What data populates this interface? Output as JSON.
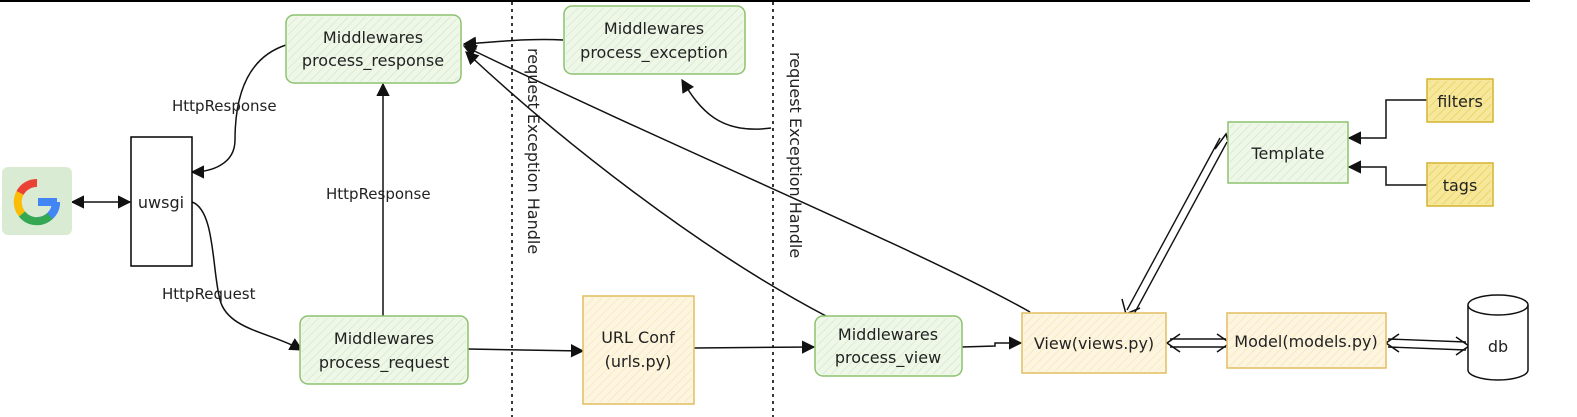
{
  "nodes": {
    "google": {
      "label": "G"
    },
    "uwsgi": {
      "label": "uwsgi"
    },
    "mw_response": {
      "line1": "Middlewares",
      "line2": "process_response"
    },
    "mw_exception": {
      "line1": "Middlewares",
      "line2": "process_exception"
    },
    "mw_request": {
      "line1": "Middlewares",
      "line2": "process_request"
    },
    "url_conf": {
      "line1": "URL Conf",
      "line2": "(urls.py)"
    },
    "mw_view": {
      "line1": "Middlewares",
      "line2": "process_view"
    },
    "view": {
      "label": "View(views.py)"
    },
    "model": {
      "label": "Model(models.py)"
    },
    "db": {
      "label": "db"
    },
    "template": {
      "label": "Template"
    },
    "filters": {
      "label": "filters"
    },
    "tags": {
      "label": "tags"
    }
  },
  "edges": {
    "resp_to_uwsgi": "HttpResponse",
    "request_to_resp": "HttpResponse",
    "uwsgi_to_request": "HttpRequest"
  },
  "dividers": {
    "left": "request Exception Handle",
    "right": "request Exception Handle"
  },
  "colors": {
    "green_fill": "#eef7e8",
    "green_stroke": "#8cc26f",
    "yellow_fill": "#fdf5df",
    "yellow_stroke": "#e0bd5e",
    "google_tile": "#d9ecd3"
  }
}
